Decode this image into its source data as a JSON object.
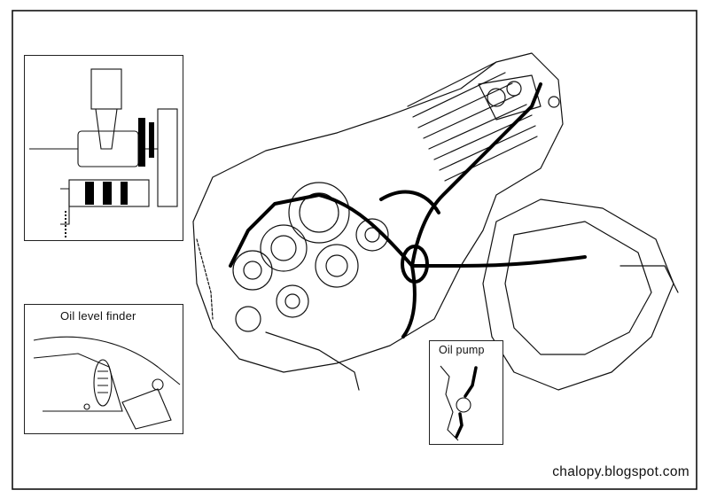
{
  "callouts": {
    "oil_level_finder": "Oil level finder",
    "oil_pump": "Oil pump"
  },
  "watermark": "chalopy.blogspot.com",
  "colors": {
    "ink": "#111111",
    "paper": "#ffffff"
  }
}
